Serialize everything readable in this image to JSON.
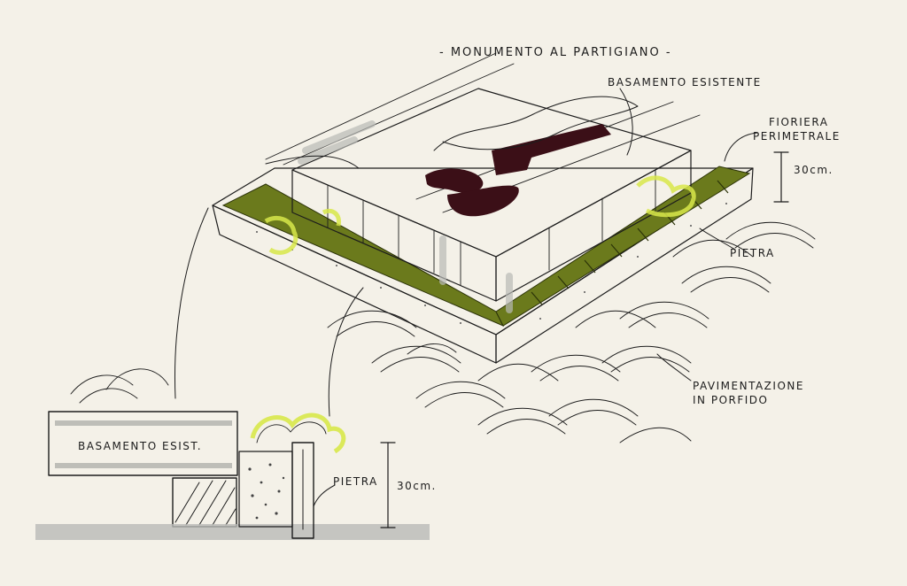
{
  "title": "- MONUMENTO AL PARTIGIANO -",
  "labels": {
    "basamento_esistente": "BASAMENTO ESISTENTE",
    "fioriera_line1": "FIORIERA",
    "fioriera_line2": "PERIMETRALE",
    "height_top": "30cm.",
    "pietra_top": "PIETRA",
    "pavimentazione_line1": "PAVIMENTAZIONE",
    "pavimentazione_line2": "IN PORFIDO",
    "basamento_esist": "BASAMENTO ESIST.",
    "pietra_section": "PIETRA",
    "height_section": "30cm."
  },
  "colors": {
    "paper": "#f4f1e8",
    "ink": "#1c1c1c",
    "planter_green": "#6b7a1c",
    "highlight_yellow": "#d8e84a",
    "stone_ochre": "#c79a1e",
    "sculpture": "#3b0f17",
    "shade_grey": "#b9bab6"
  }
}
